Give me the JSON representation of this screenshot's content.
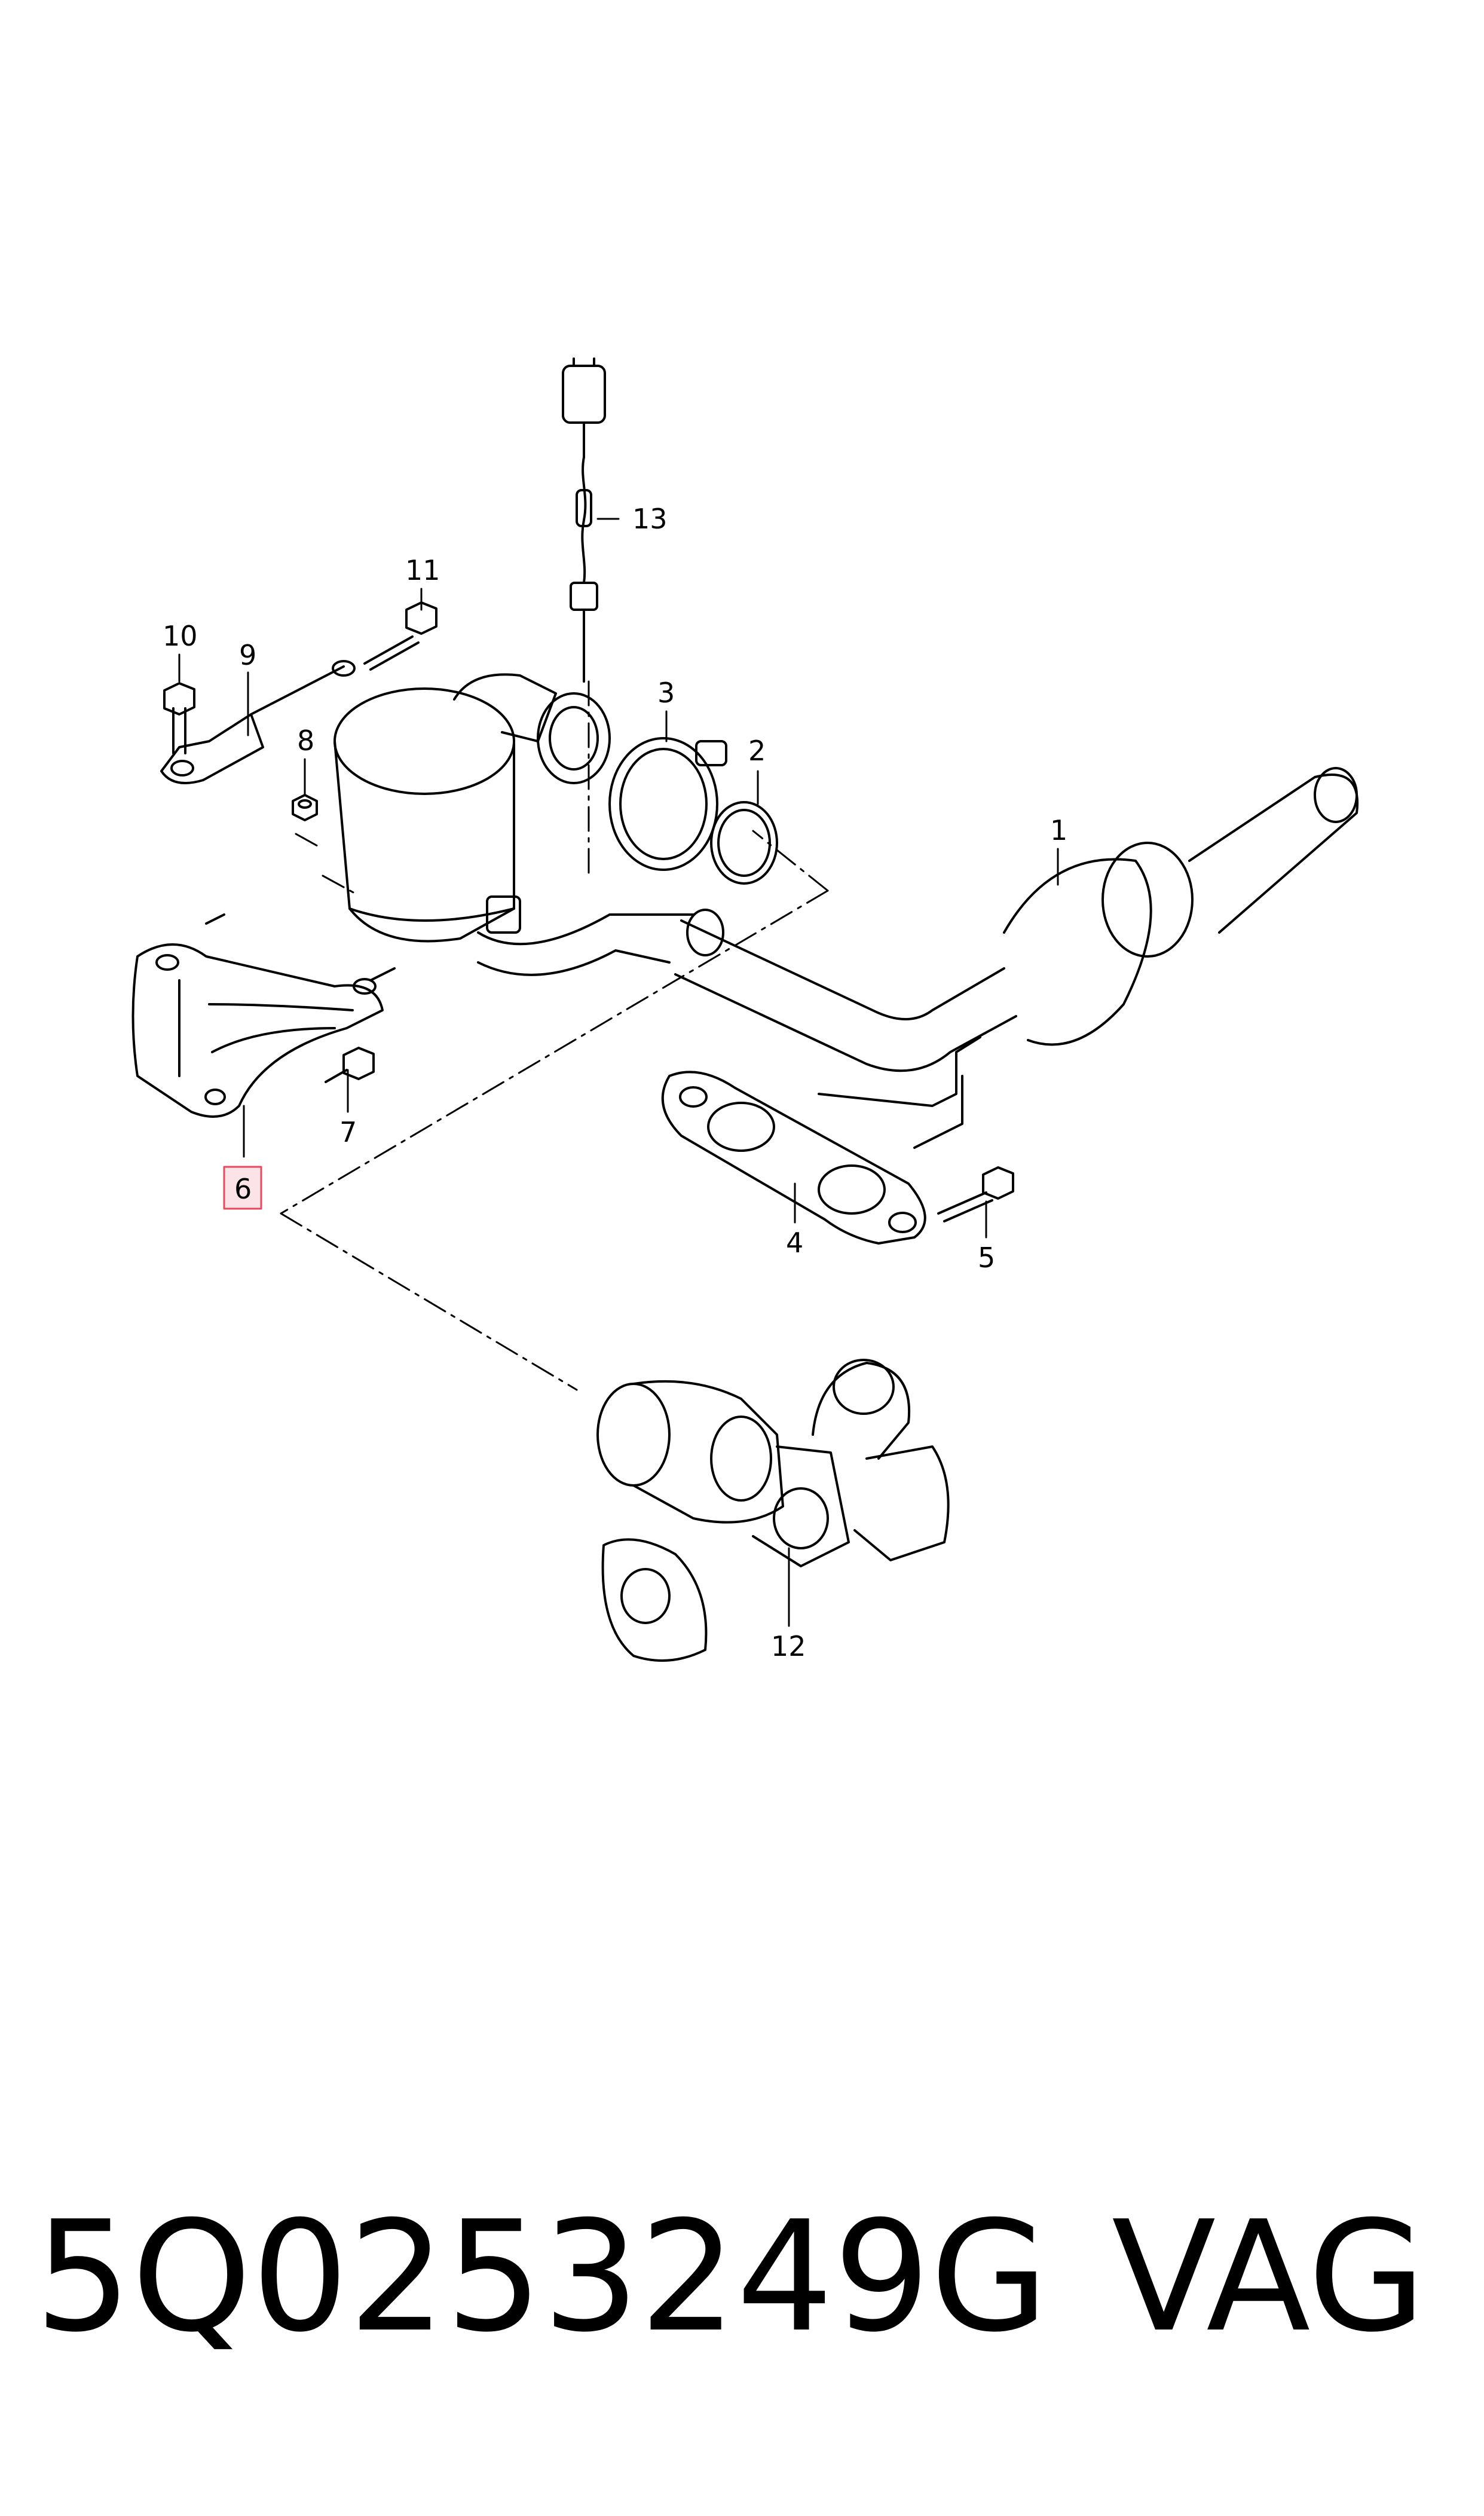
{
  "callouts": {
    "p1": "1",
    "p2": "2",
    "p3": "3",
    "p4": "4",
    "p5": "5",
    "p6": "6",
    "p7": "7",
    "p8": "8",
    "p9": "9",
    "p10": "10",
    "p11": "11",
    "p12": "12",
    "p13": "13"
  },
  "highlighted_callout": "6",
  "highlight_color": "#e8485c",
  "caption": {
    "part_number": "5Q0253249G",
    "brand": "VAG"
  }
}
